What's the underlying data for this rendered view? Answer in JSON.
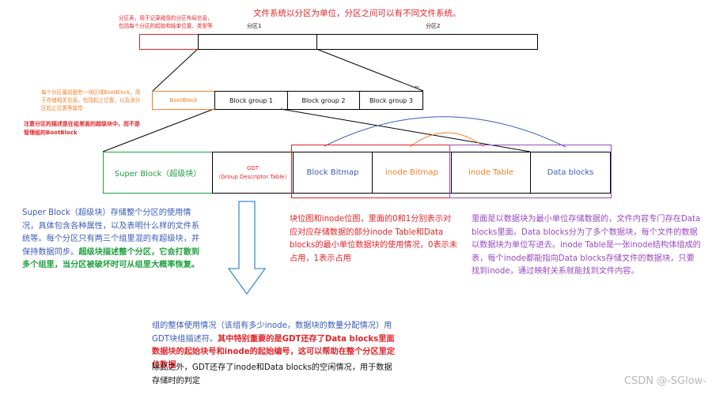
{
  "title": "文件系统以分区为单位，分区之间可以有不同文件系统。",
  "partition_note": "分区表，用于记录磁盘的分区布局信息，包括每个分区的起始和结束位置、类型等",
  "partition1_label": "分区1",
  "partition2_label": "分区2",
  "bootblock_note": "每个分区最前面有一块区域BootBlock，用于存储相关信息，包括起止位置，以及该分区起止位置等属性",
  "superblock_warning": "注意分区的描述是在组里面的超级块中，而不是管理组的BootBlock",
  "boot_block": "BootBlock",
  "block_group_1": "Block group 1",
  "block_group_2": "Block group 2",
  "block_group_3": "Block group 3",
  "super_block": "Super Block（超级块）",
  "gdt_title": "GDT",
  "gdt_subtitle": "（Group Descriptor Table）",
  "block_bitmap": "Block Bitmap",
  "inode_bitmap": "inode Bitmap",
  "inode_table": "inode Table",
  "data_blocks": "Data blocks",
  "superblock_desc": {
    "p1": "Super Block（超级块）存储整个分区的使用情况，具体包含各种属性，以及表明什么样的文件系统等。",
    "p2": "每个分区只有两三个组里混的有超级块，并保持数据同步。",
    "p3": "超级块描述整个分区，它会打散到多个组里，当分区被破坏时可从组里大概率恢复。"
  },
  "bitmap_desc": "块位图和inode位图，里面的0和1分别表示对应对应存储数据的部分inode Table和Data blocks的最小单位数据块的使用情况，0表示未占用，1表示占用",
  "data_desc": {
    "p1": "里面是以数据块为最小单位存储数据的，文件内容专门存在Data blocks里面。Data blocks分为了多个数据块，每个文件的数据以数据块为单位写进去。",
    "p2": "inode Table是一张inode结构体组成的表，每个inode都能指向Data blocks存储文件的数据块，只要找到inode，通过映射关系就能找到文件内容。"
  },
  "gdt_desc": {
    "p1": "组的整体使用情况（该组有多少inode，数据块的数量分配情况）用GDT块组描述符。",
    "p2": "其中特别重要的是GDT还存了Data blocks里面数据块的起始块号和inode的起始编号，这可以帮助在整个分区里定位数据",
    "p3": "除此之外，GDT还存了inode和Data blocks的空闲情况，用于数据存储时的判定"
  },
  "watermark": "CSDN @-SGlow-",
  "colors": {
    "red": "#e0242a",
    "orange": "#f0802a",
    "blue": "#3a5ab8",
    "purple": "#9848c0",
    "green": "#20a040"
  }
}
